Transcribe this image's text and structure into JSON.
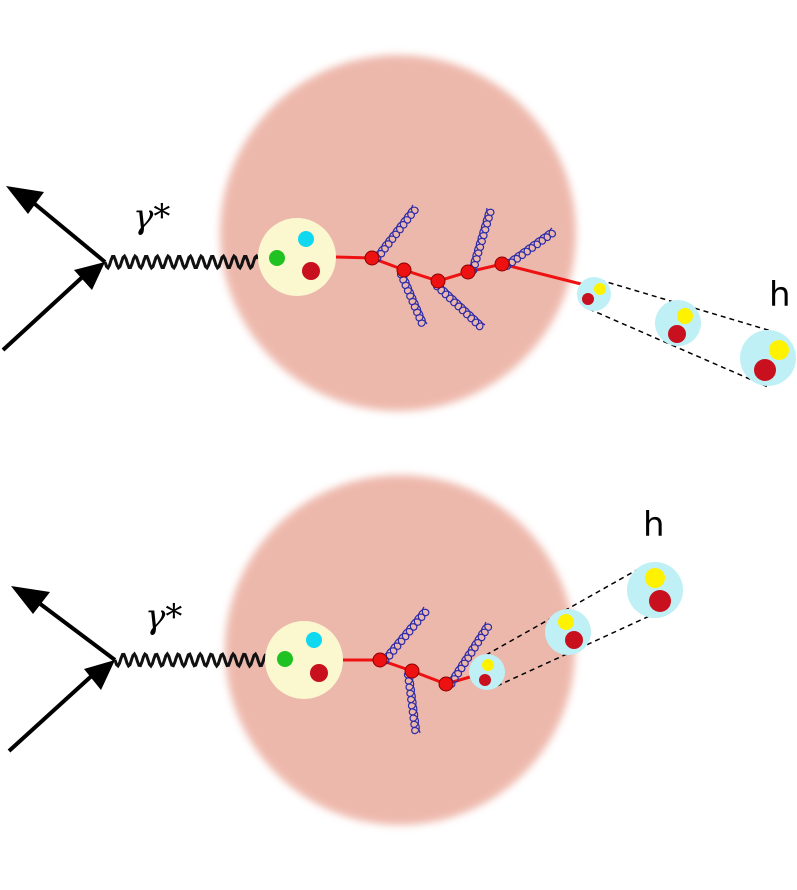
{
  "panels": [
    {
      "photon_label": "γ*",
      "hadron_label": "h",
      "hadron_forms": "outside"
    },
    {
      "photon_label": "γ*",
      "hadron_label": "h",
      "hadron_forms": "inside"
    }
  ],
  "colors": {
    "nucleus": "#e8a191",
    "target_nucleon": "#fbf7cf",
    "quark_green": "#1fc221",
    "quark_cyan": "#10d8f0",
    "quark_red": "#c8101e",
    "quark_yellow": "#fff200",
    "hadron_bubble": "#bff0f5",
    "parton_line": "#ee1111",
    "gluon": "#2b2ba8",
    "photon": "#111111",
    "lepton": "#000000"
  },
  "icons": [
    "lepton-arrow",
    "photon-wavy-line",
    "gluon-coil",
    "quark-dot",
    "hadron-bubble"
  ]
}
